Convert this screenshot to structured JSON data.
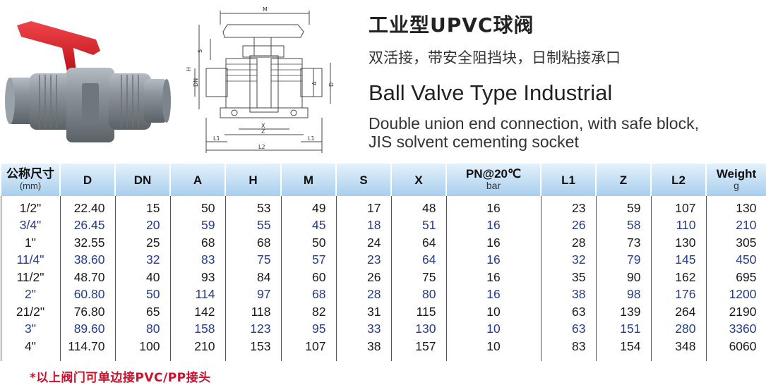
{
  "header": {
    "title_cn": "工业型UPVC球阀",
    "subtitle_cn": "双活接，带安全阻挡块，日制粘接承口",
    "title_en": "Ball Valve Type Industrial",
    "subtitle_en_line1": "Double union end connection, with safe block,",
    "subtitle_en_line2": "JIS solvent cementing socket"
  },
  "drawing": {
    "labels": [
      "M",
      "S",
      "H",
      "DN",
      "A",
      "D",
      "X",
      "Z",
      "L1",
      "L2",
      "L1"
    ]
  },
  "table": {
    "headers": [
      {
        "label": "公称尺寸",
        "unit": "(mm)"
      },
      {
        "label": "D",
        "unit": ""
      },
      {
        "label": "DN",
        "unit": ""
      },
      {
        "label": "A",
        "unit": ""
      },
      {
        "label": "H",
        "unit": ""
      },
      {
        "label": "M",
        "unit": ""
      },
      {
        "label": "S",
        "unit": ""
      },
      {
        "label": "X",
        "unit": ""
      },
      {
        "label": "PN@20℃",
        "unit": "bar"
      },
      {
        "label": "L1",
        "unit": ""
      },
      {
        "label": "Z",
        "unit": ""
      },
      {
        "label": "L2",
        "unit": ""
      },
      {
        "label": "Weight",
        "unit": "g"
      }
    ],
    "rows": [
      [
        "1/2\"",
        "22.40",
        "15",
        "50",
        "53",
        "49",
        "17",
        "48",
        "16",
        "23",
        "59",
        "107",
        "130"
      ],
      [
        "3/4\"",
        "26.45",
        "20",
        "59",
        "55",
        "45",
        "18",
        "51",
        "16",
        "26",
        "58",
        "110",
        "210"
      ],
      [
        "1\"",
        "32.55",
        "25",
        "68",
        "68",
        "50",
        "24",
        "64",
        "16",
        "28",
        "73",
        "130",
        "305"
      ],
      [
        "11/4\"",
        "38.60",
        "32",
        "83",
        "75",
        "57",
        "23",
        "64",
        "16",
        "32",
        "79",
        "145",
        "450"
      ],
      [
        "11/2\"",
        "48.70",
        "40",
        "93",
        "84",
        "60",
        "26",
        "75",
        "16",
        "35",
        "90",
        "162",
        "695"
      ],
      [
        "2\"",
        "60.80",
        "50",
        "114",
        "97",
        "68",
        "28",
        "80",
        "16",
        "38",
        "98",
        "176",
        "1200"
      ],
      [
        "21/2\"",
        "76.80",
        "65",
        "142",
        "118",
        "82",
        "31",
        "115",
        "10",
        "63",
        "139",
        "264",
        "2190"
      ],
      [
        "3\"",
        "89.60",
        "80",
        "158",
        "123",
        "95",
        "33",
        "130",
        "10",
        "63",
        "151",
        "280",
        "3360"
      ],
      [
        "4\"",
        "114.70",
        "100",
        "210",
        "153",
        "107",
        "38",
        "157",
        "10",
        "83",
        "154",
        "348",
        "6060"
      ]
    ]
  },
  "footnote": "*以上阀门可单边接PVC/PP接头",
  "colors": {
    "header_gradient_top": "#e4f1fb",
    "header_gradient_bottom": "#a8cfee",
    "even_row_text": "#253b8e",
    "footnote_red": "#d0102b",
    "handle_red": "#d4181f",
    "body_grey": "#8a9299"
  }
}
